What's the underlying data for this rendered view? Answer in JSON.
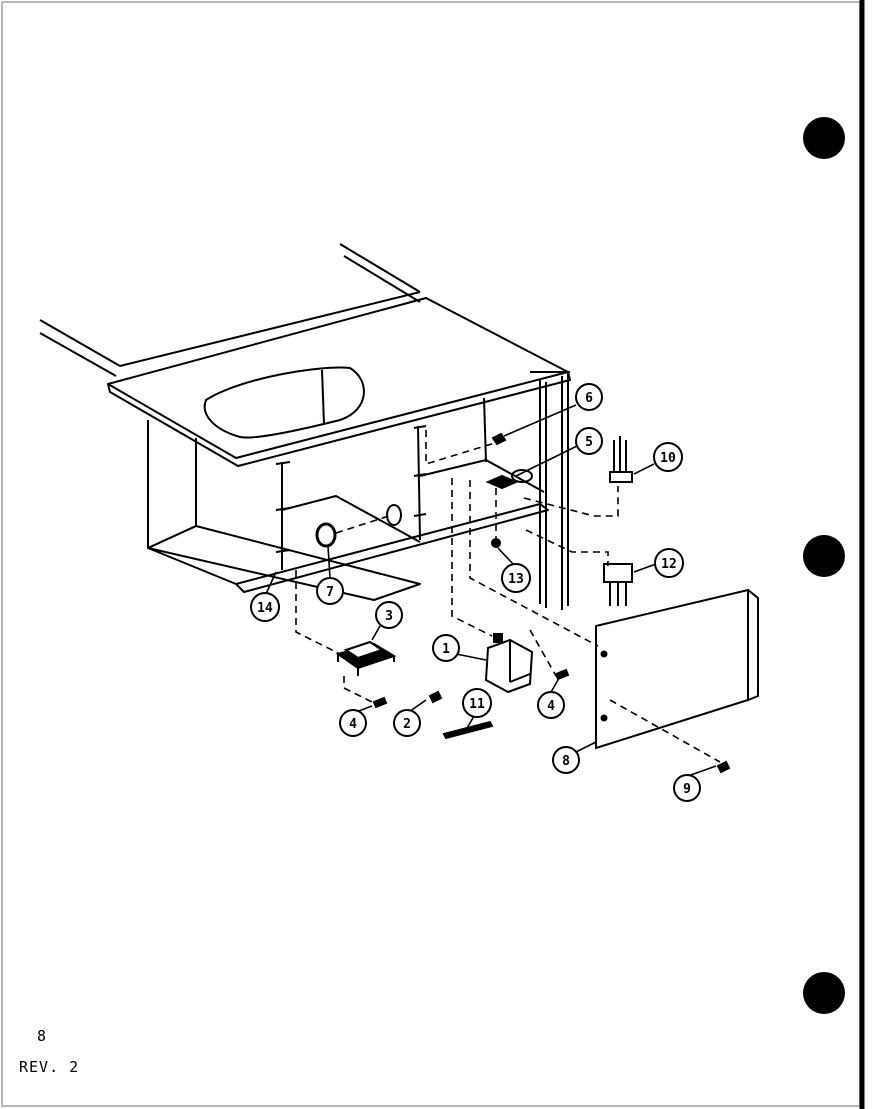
{
  "page": {
    "page_number": "8",
    "revision": "REV. 2"
  },
  "callouts": [
    "1",
    "2",
    "3",
    "4",
    "4",
    "5",
    "6",
    "7",
    "8",
    "9",
    "10",
    "11",
    "12",
    "13",
    "14"
  ],
  "colors": {
    "ink": "#000000",
    "paper": "#ffffff",
    "page_border": "#b8b8b8"
  }
}
